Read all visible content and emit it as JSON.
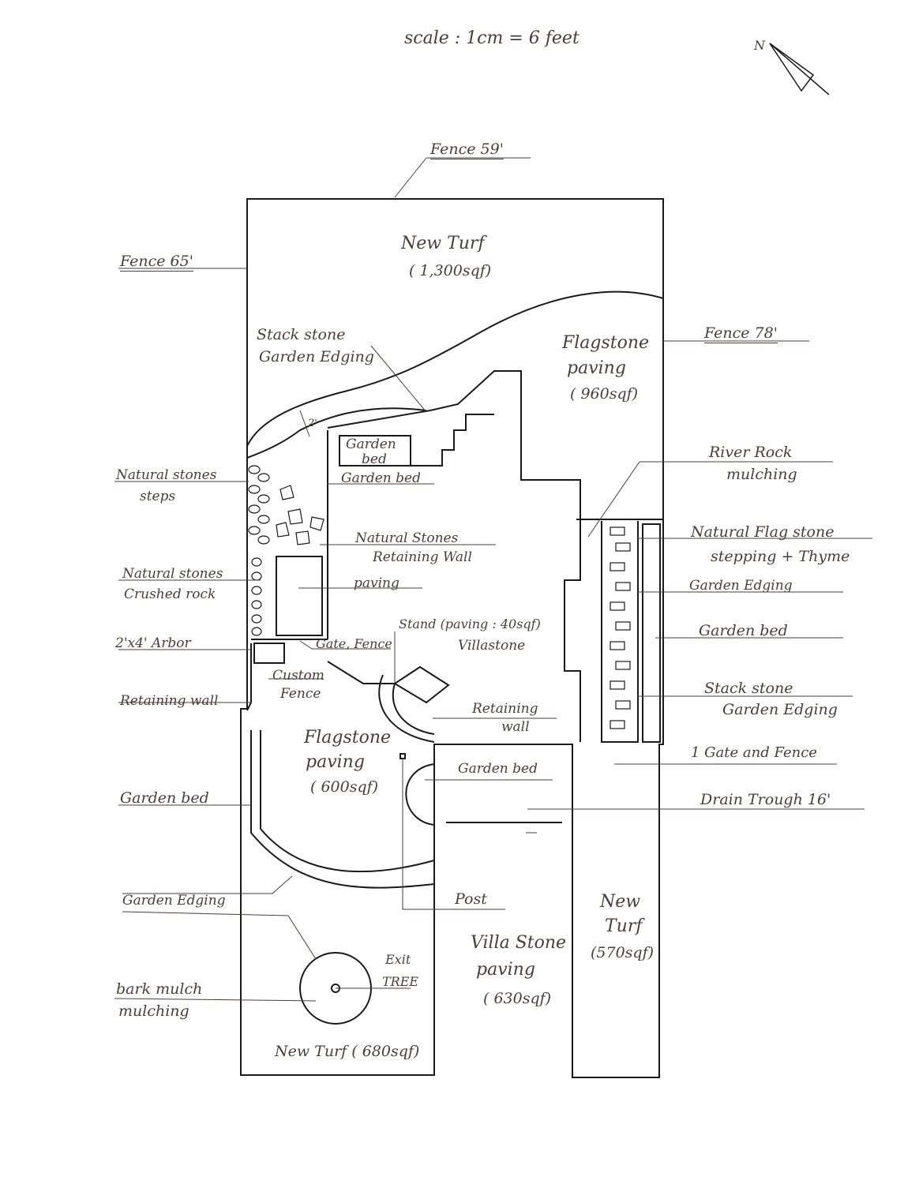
{
  "header": {
    "scale": "scale : 1cm = 6 feet",
    "north": "N"
  },
  "plan_labels": {
    "fence_top": "Fence 59'",
    "fence_left": "Fence 65'",
    "fence_right": "Fence 78'",
    "new_turf_top": "New Turf",
    "new_turf_top_area": "( 1,300sqf)",
    "flagstone_top": "Flagstone",
    "flagstone_top_2": "paving",
    "flagstone_top_area": "( 960sqf)",
    "stack_stone_1": "Stack stone",
    "stack_stone_2": "Garden Edging",
    "edging_width": "2'",
    "garden_bed_box_1": "Garden",
    "garden_bed_box_2": "bed",
    "garden_bed_upper": "Garden bed",
    "natural_steps_1": "Natural stones",
    "natural_steps_2": "steps",
    "river_rock_1": "River Rock",
    "river_rock_2": "mulching",
    "natural_flag_1": "Natural Flag stone",
    "natural_flag_2": "stepping + Thyme",
    "natural_stones_rw_1": "Natural Stones",
    "natural_stones_rw_2": "Retaining Wall",
    "natural_crushed_1": "Natural stones",
    "natural_crushed_2": "Crushed rock",
    "paving": "paving",
    "garden_edging_right": "Garden Edging",
    "stand_1": "Stand (paving : 40sqf)",
    "stand_2": "Villastone",
    "garden_bed_right": "Garden bed",
    "arbor": "2'x4' Arbor",
    "gate_fence": "Gate, Fence",
    "custom_1": "Custom",
    "custom_2": "Fence",
    "stack_stone_right_1": "Stack stone",
    "stack_stone_right_2": "Garden Edging",
    "retaining_wall_left": "Retaining wall",
    "retaining_mid_1": "Retaining",
    "retaining_mid_2": "wall",
    "flagstone_mid_1": "Flagstone",
    "flagstone_mid_2": "paving",
    "flagstone_mid_area": "( 600sqf)",
    "gate_and_fence": "1 Gate and Fence",
    "garden_bed_mid": "Garden bed",
    "garden_bed_left": "Garden bed",
    "drain": "Drain Trough 16'",
    "post": "Post",
    "garden_edging_left": "Garden Edging",
    "new_turf_right_1": "New",
    "new_turf_right_2": "Turf",
    "new_turf_right_area": "(570sqf)",
    "villa_1": "Villa Stone",
    "villa_2": "paving",
    "villa_area": "( 630sqf)",
    "exit_1": "Exit",
    "exit_2": "TREE",
    "bark_1": "bark mulch",
    "bark_2": "mulching",
    "new_turf_bottom": "New Turf ( 680sqf)"
  },
  "colors": {
    "ink": "#1a1a1a",
    "pencil": "#4a3e3a"
  }
}
